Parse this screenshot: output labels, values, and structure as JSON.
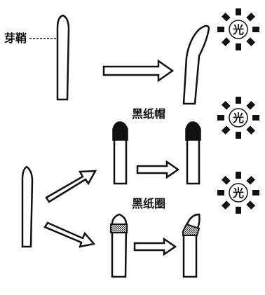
{
  "labels": {
    "coleoptile": "芽鞘",
    "black_paper_cap": "黑纸帽",
    "black_paper_ring": "黑纸圈"
  },
  "sun_label": "光",
  "icons": [
    "coleoptile-icon",
    "arrow-right-icon",
    "sun-icon",
    "black-cap-icon",
    "black-ring-icon"
  ],
  "colors": {
    "ink": "#111111",
    "background": "#ffffff"
  }
}
